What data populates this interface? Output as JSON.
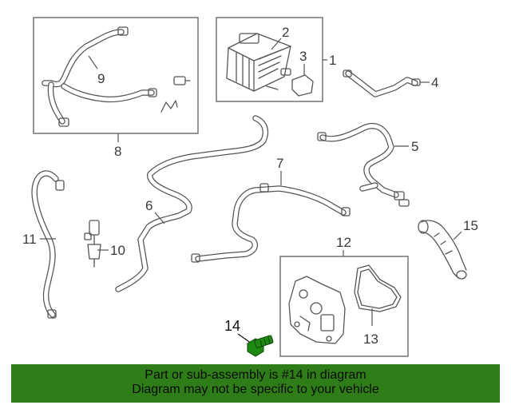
{
  "diagram": {
    "callouts": [
      "1",
      "2",
      "3",
      "4",
      "5",
      "6",
      "7",
      "8",
      "9",
      "10",
      "11",
      "12",
      "13",
      "14",
      "15"
    ]
  },
  "banner": {
    "line1": "Part or sub-assembly is #14 in diagram",
    "line2": "Diagram may not be specific to your vehicle"
  },
  "colors": {
    "banner_bg": "#2f7d18",
    "highlight_part": "#1f8a12",
    "line_art": "#555555"
  }
}
